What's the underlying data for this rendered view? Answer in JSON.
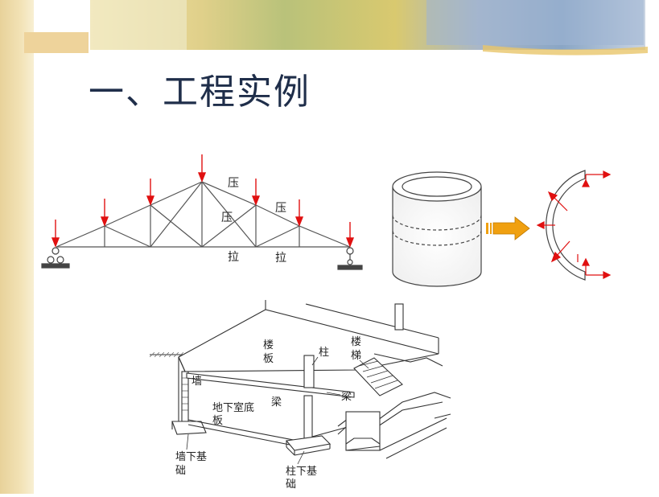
{
  "slide": {
    "title": "一、工程实例"
  },
  "truss": {
    "label_compression_top": "压",
    "label_compression_mid": "压",
    "label_compression_right": "压",
    "label_tension_left": "拉",
    "label_tension_right": "拉"
  },
  "building": {
    "floor_slab": [
      "楼",
      "板"
    ],
    "column": "柱",
    "stairs": [
      "楼",
      "梯"
    ],
    "wall": "墙",
    "beam_left": "梁",
    "beam_right": "梁",
    "basement_slab": [
      "地下室底",
      "板"
    ],
    "wall_footing": [
      "墙下基",
      "础"
    ],
    "column_footing": [
      "柱下基",
      "础"
    ]
  },
  "colors": {
    "load_arrow": "#e01010",
    "flow_arrow": "#f0a010",
    "title": "#1f2e4a",
    "line": "#555555"
  }
}
